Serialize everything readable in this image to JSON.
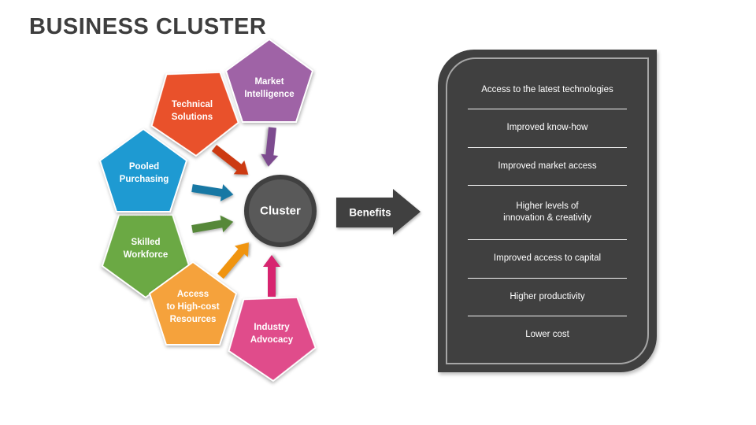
{
  "title": "BUSINESS CLUSTER",
  "colors": {
    "dark": "#404040",
    "circle_fill": "#595959",
    "circle_ring": "#404040",
    "panel_inner_border": "#a6a6a6",
    "separator": "#f2f2f2"
  },
  "pentagons": [
    {
      "label": "Market\nIntelligence",
      "fill": "#9f63a6",
      "arrow_color": "#7d4b8f"
    },
    {
      "label": "Technical\nSolutions",
      "fill": "#e9512b",
      "arrow_color": "#cc3a12"
    },
    {
      "label": "Pooled\nPurchasing",
      "fill": "#1e9ad2",
      "arrow_color": "#1878a4"
    },
    {
      "label": "Skilled\nWorkforce",
      "fill": "#6ba944",
      "arrow_color": "#568839"
    },
    {
      "label": "Access\nto High-cost\nResources",
      "fill": "#f5a23c",
      "arrow_color": "#f0940f"
    },
    {
      "label": "Industry\nAdvocacy",
      "fill": "#e04c8b",
      "arrow_color": "#d7246f"
    }
  ],
  "cluster": {
    "label": "Cluster"
  },
  "benefits_arrow": {
    "label": "Benefits"
  },
  "panel": {
    "items": [
      "Access to the latest technologies",
      "Improved know-how",
      "Improved market access",
      "Higher levels of\ninnovation & creativity",
      "Improved access to capital",
      "Higher productivity",
      "Lower cost"
    ]
  }
}
